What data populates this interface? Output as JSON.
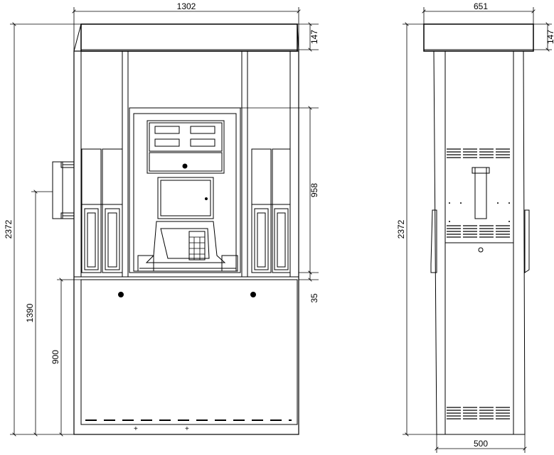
{
  "dimensions": {
    "front_width": "1302",
    "front_top_band": "147",
    "front_panel_height": "958",
    "front_gap": "35",
    "front_total_height": "2372",
    "front_mount_height": "1390",
    "front_base_height": "900",
    "side_width": "651",
    "side_top_band": "147",
    "side_total_height": "2372",
    "side_base_width": "500"
  },
  "colors": {
    "line": "#000000",
    "paper": "#ffffff"
  }
}
